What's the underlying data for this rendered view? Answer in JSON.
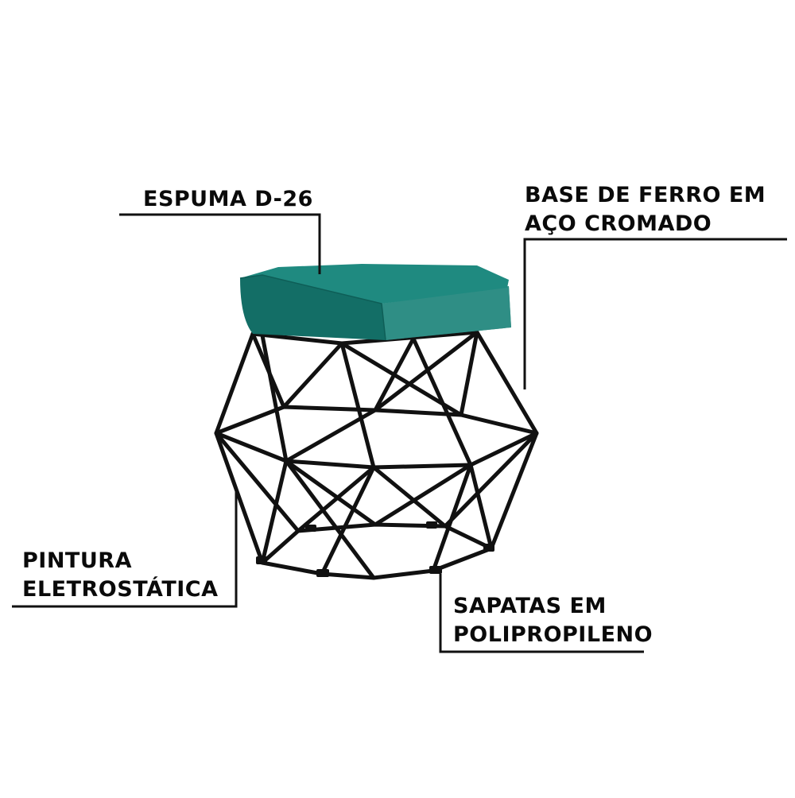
{
  "annotations": {
    "foam": {
      "lines": [
        "ESPUMA D-26"
      ]
    },
    "base": {
      "lines": [
        "BASE DE FERRO EM",
        "AÇO CROMADO"
      ]
    },
    "paint": {
      "lines": [
        "PINTURA",
        "ELETROSTÁTICA"
      ]
    },
    "feet": {
      "lines": [
        "SAPATAS EM",
        "POLIPROPILENO"
      ]
    }
  },
  "colors": {
    "seat_top": "#1f8a80",
    "seat_side": "#136e66",
    "frame": "#111111",
    "leader_line": "#111111",
    "text": "#0a0a0a",
    "background": "#ffffff"
  }
}
